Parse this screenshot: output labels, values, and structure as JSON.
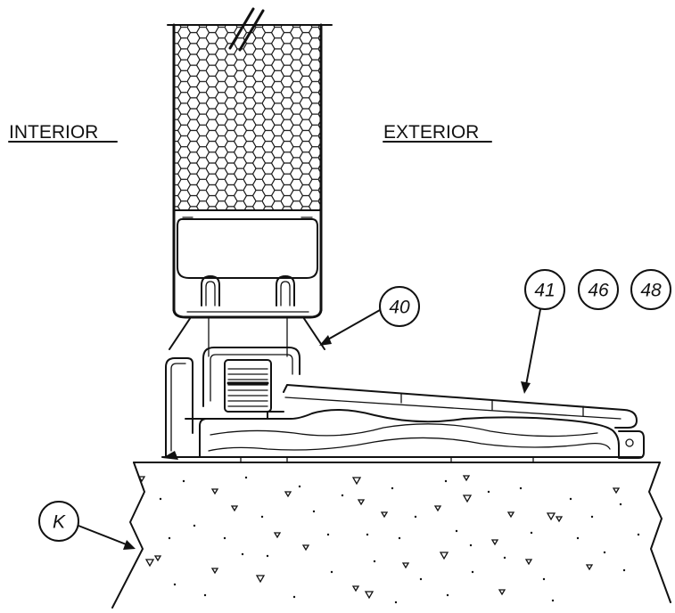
{
  "labels": {
    "interior": "INTERIOR",
    "exterior": "EXTERIOR"
  },
  "callouts": {
    "c40": "40",
    "c41": "41",
    "c46": "46",
    "c48": "48",
    "cK": "K"
  },
  "colors": {
    "ink": "#111111",
    "paper": "#ffffff"
  }
}
